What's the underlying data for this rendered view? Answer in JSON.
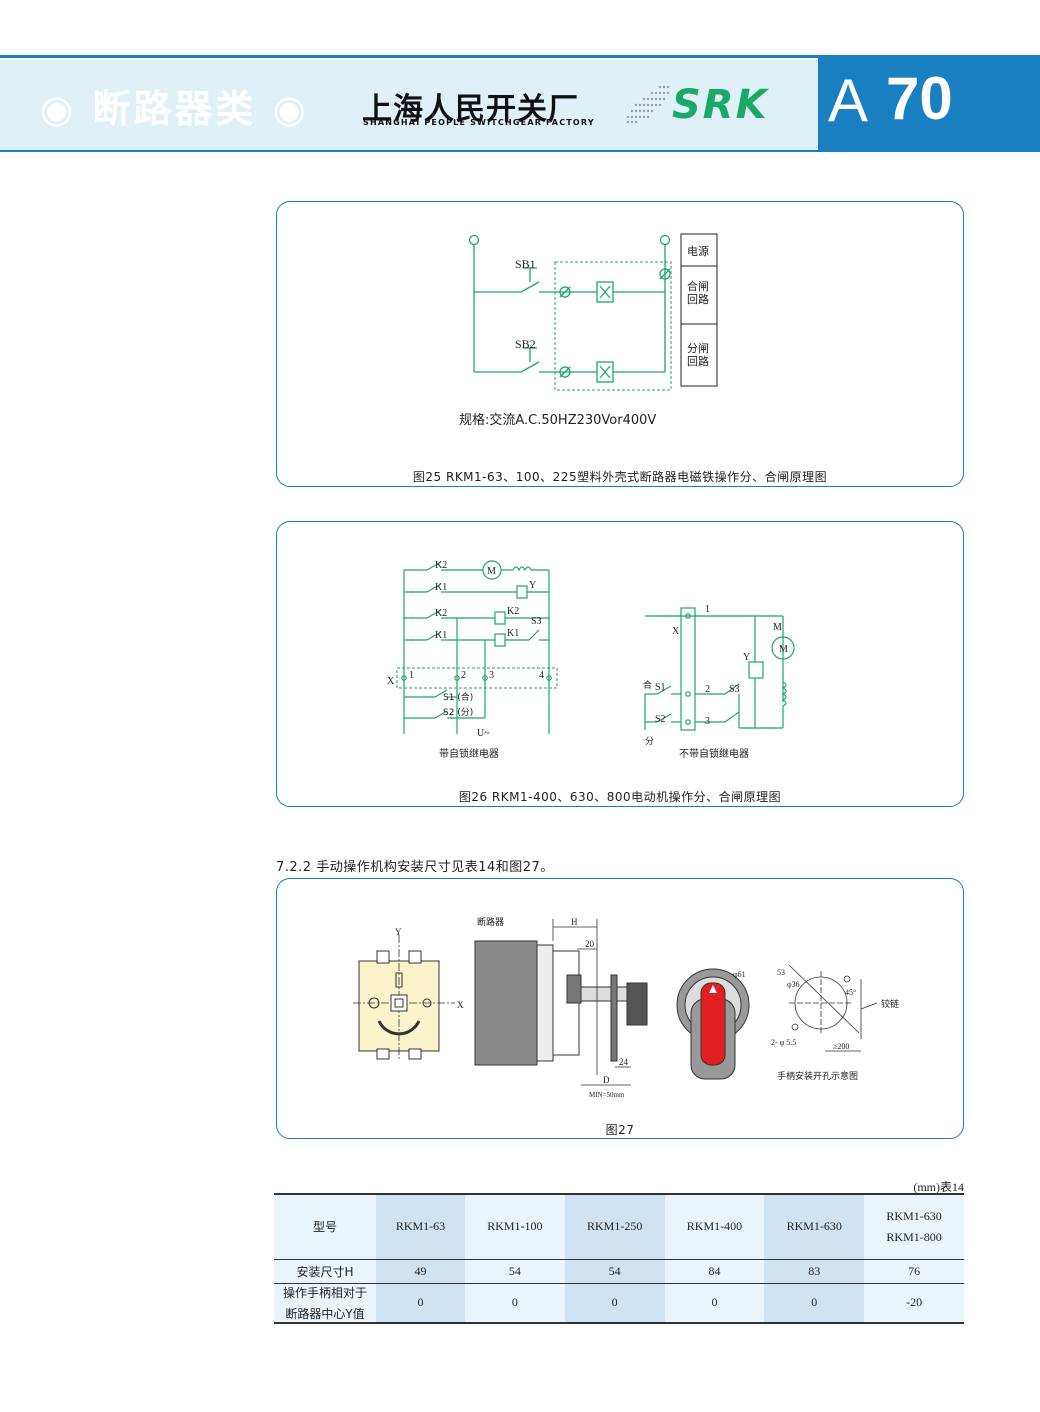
{
  "header": {
    "category": "◉ 断路器类 ◉",
    "company_cn": "上海人民开关厂",
    "company_en": "SHANGHAI PEOPLE SWITCHGEAR FACTORY",
    "logo": "SRK",
    "page_letter": "A",
    "page_number": "70",
    "colors": {
      "primary": "#1a7fc1",
      "band": "#dff0f6",
      "logo": "#1ba86b",
      "circuit": "#1ba86b"
    }
  },
  "figure25": {
    "labels": {
      "sb1": "SB1",
      "sb2": "SB2",
      "power": "电源",
      "close_circuit_1": "合闸",
      "close_circuit_2": "回路",
      "open_circuit_1": "分闸",
      "open_circuit_2": "回路"
    },
    "spec": "规格:交流A.C.50HZ230Vor400V",
    "caption": "图25 RKM1-63、100、225塑料外壳式断路器电磁铁操作分、合闸原理图"
  },
  "figure26": {
    "left": {
      "k2a": "K2",
      "k1a": "K1",
      "k2b": "K2",
      "k1b": "K1",
      "motor": "M",
      "y": "Y",
      "k2coil": "K2",
      "k1coil": "K1",
      "s3": "S3",
      "x": "X",
      "t1": "1",
      "t2": "2",
      "t3": "3",
      "t4": "4",
      "s1": "S1 (合)",
      "s2": "S2 (分)",
      "supply": "U~",
      "title": "带自锁继电器"
    },
    "right": {
      "t1": "1",
      "x": "X",
      "m": "M",
      "motor": "M",
      "y": "Y",
      "close": "合",
      "s1": "S1",
      "t2": "2",
      "s3": "S3",
      "s2": "S2",
      "t3": "3",
      "open": "分",
      "title": "不带自锁继电器"
    },
    "caption": "图26 RKM1-400、630、800电动机操作分、合闸原理图"
  },
  "section": {
    "heading": "7.2.2 手动操作机构安装尺寸见表14和图27。"
  },
  "figure27": {
    "front": {
      "y": "Y",
      "x": "X"
    },
    "side": {
      "breaker": "断路器",
      "h": "H",
      "d20": "20",
      "d24": "24",
      "d": "D",
      "min": "MIN=50mm"
    },
    "cutout": {
      "d61": "φ61",
      "d53": "53",
      "d36": "φ36",
      "a45": "45°",
      "holes": "2- φ 5.5",
      "dist": "≥200",
      "hinge": "铰链",
      "title": "手柄安装开孔示意图"
    },
    "caption": "图27"
  },
  "table14": {
    "unit": "(mm)表14",
    "header_label": "型号",
    "models": [
      "RKM1-63",
      "RKM1-100",
      "RKM1-250",
      "RKM1-400",
      "RKM1-630"
    ],
    "last_model_1": "RKM1-630",
    "last_model_2": "RKM1-800",
    "rows": [
      {
        "label": "安装尺寸H",
        "values": [
          "49",
          "54",
          "54",
          "84",
          "83",
          "76"
        ]
      },
      {
        "label_1": "操作手柄相对于",
        "label_2": "断路器中心Y值",
        "values": [
          "0",
          "0",
          "0",
          "0",
          "0",
          "-20"
        ]
      }
    ]
  }
}
